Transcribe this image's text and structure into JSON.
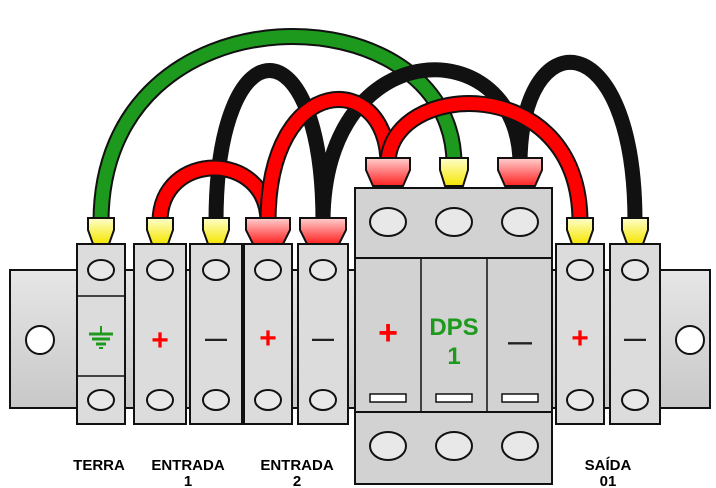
{
  "labels": {
    "terra": "TERRA",
    "entrada1_line1": "ENTRADA",
    "entrada1_line2": "1",
    "entrada2_line1": "ENTRADA",
    "entrada2_line2": "2",
    "saida_line1": "SAÍDA",
    "saida_line2": "01"
  },
  "dps": {
    "name_line1": "DPS",
    "name_line2": "1"
  },
  "symbols": {
    "plus": "+",
    "minus": "—"
  },
  "icons": {
    "ground": "ground-icon",
    "mounting_hole": "mounting-hole-icon"
  },
  "colors": {
    "positive_wire": "#ff0000",
    "negative_wire": "#000000",
    "ground_wire": "#1d9a1d",
    "positive_symbol": "#ff0000",
    "dps_text": "#1d9a1d",
    "connector_yellow": "#ffff66",
    "connector_red": "#ff5a5a",
    "rail": "#d8d8d8",
    "terminal_body": "#dcdcdc",
    "dps_body": "#cfcfcf"
  }
}
